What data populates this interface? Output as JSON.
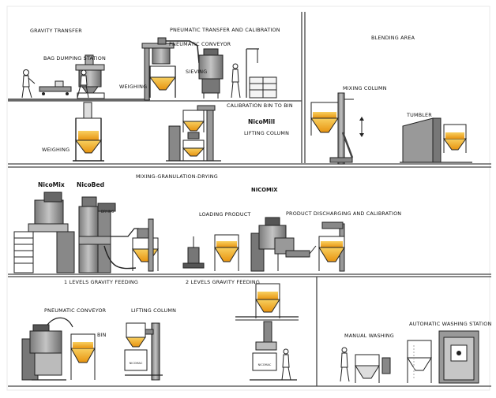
{
  "sections": {
    "gravity_transfer": "GRAVITY TRANSFER",
    "pneumatic_transfer": "PNEUMATIC TRANSFER AND CALIBRATION",
    "blending_area": "BLENDING AREA",
    "mixing_granulation": "MIXING-GRANULATION-DRYING",
    "one_level_feeding": "1 LEVELS GRAVITY FEEDING",
    "two_levels_feeding": "2 LEVELS GRAVITY FEEDING"
  },
  "labels": {
    "bag_dumping": "BAG DUMPING STATION",
    "pneumatic_conveyor_top": "PNEUMATIC CONVEYOR",
    "weighing_right": "WEIGHING",
    "sieving": "SIEVING",
    "calibration_bin": "CALIBRATION BIN TO BIN",
    "nicomill": "NicoMill",
    "lifting_column_top": "LIFTING COLUMN",
    "weighing_left": "WEIGHING",
    "mixing_column": "MIXING  COLUMN",
    "tumbler": "TUMBLER",
    "nicomix_left": "NicoMix",
    "nicobed": "NicoBed",
    "nicomix_center": "NICOMIX",
    "loading_product": "LOADING PRODUCT",
    "product_discharging": "PRODUCT DISCHARGING AND CALIBRATION",
    "drying": "DRYING",
    "pneumatic_conveyor_bottom": "PNEUMATIC CONVEYOR",
    "bin": "BIN",
    "lifting_column_bottom": "LIFTING COLUMN",
    "manual_washing": "MANUAL WASHING",
    "automatic_washing": "AUTOMATIC WASHING STATION",
    "scale_left": "NICOMAC",
    "scale_right": "NICOMAC"
  },
  "colors": {
    "product": "#f0a818",
    "product_light": "#f8d060",
    "line": "#222222",
    "machine_dark": "#6a6a6a",
    "machine_mid": "#9a9a9a",
    "machine_light": "#c8c8c8"
  }
}
